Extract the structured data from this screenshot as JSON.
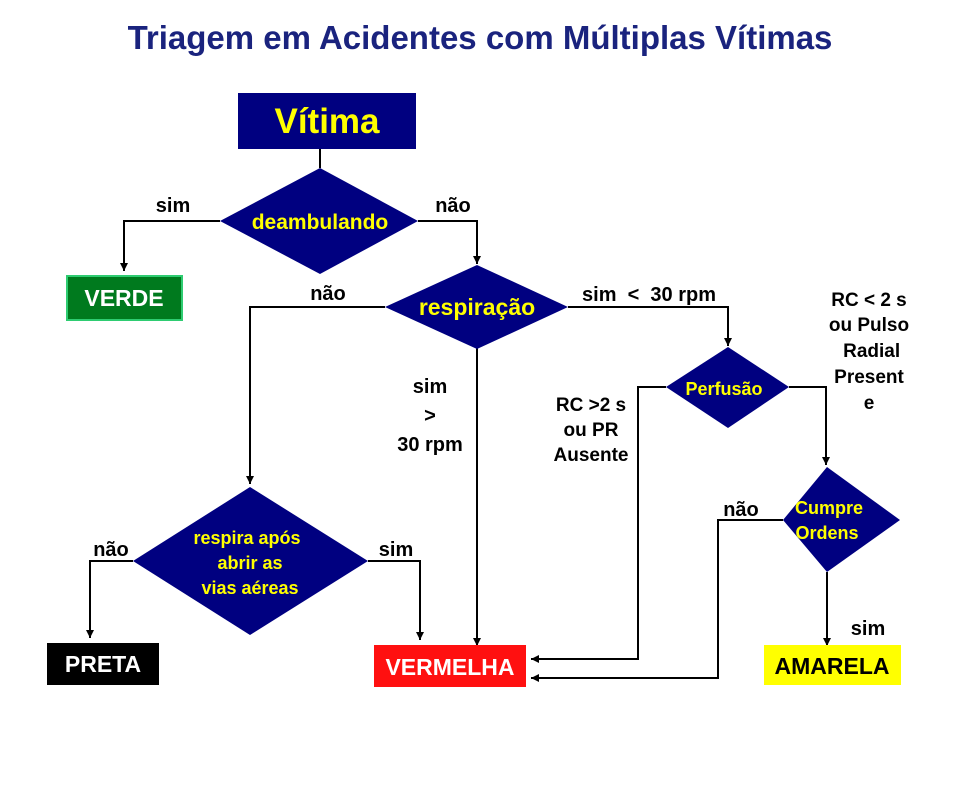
{
  "title": "Triagem em Acidentes com Múltiplas Vítimas",
  "nodes": {
    "vitima": "Vítima",
    "deambulando": "deambulando",
    "respiracao": "respiração",
    "perfusao": "Perfusão",
    "respira_apos": [
      "respira após",
      "abrir as",
      "vias aéreas"
    ],
    "cumpre_ordens": [
      "Cumpre",
      "Ordens"
    ],
    "verde": "VERDE",
    "preta": "PRETA",
    "vermelha": "VERMELHA",
    "amarela": "AMARELA"
  },
  "edge_labels": {
    "deamb_sim": "sim",
    "deamb_nao": "não",
    "resp_nao": "não",
    "resp_sim_menor": "sim  <  30 rpm",
    "resp_sim_maior": [
      "sim",
      ">",
      "30 rpm"
    ],
    "perf_ausente": [
      "RC >2 s",
      "ou PR",
      "Ausente"
    ],
    "perf_presente": [
      "RC < 2 s",
      "ou Pulso",
      " Radial",
      "Present",
      "e"
    ],
    "apos_nao": "não",
    "apos_sim": "sim",
    "cumpre_nao": "não",
    "cumpre_sim": "sim"
  },
  "colors": {
    "title": "#1a237e",
    "node_fill": "#000080",
    "node_text": "#ffff00",
    "verde": "#007a1e",
    "preta": "#000000",
    "vermelha": "#ff1010",
    "amarela": "#ffff00"
  }
}
